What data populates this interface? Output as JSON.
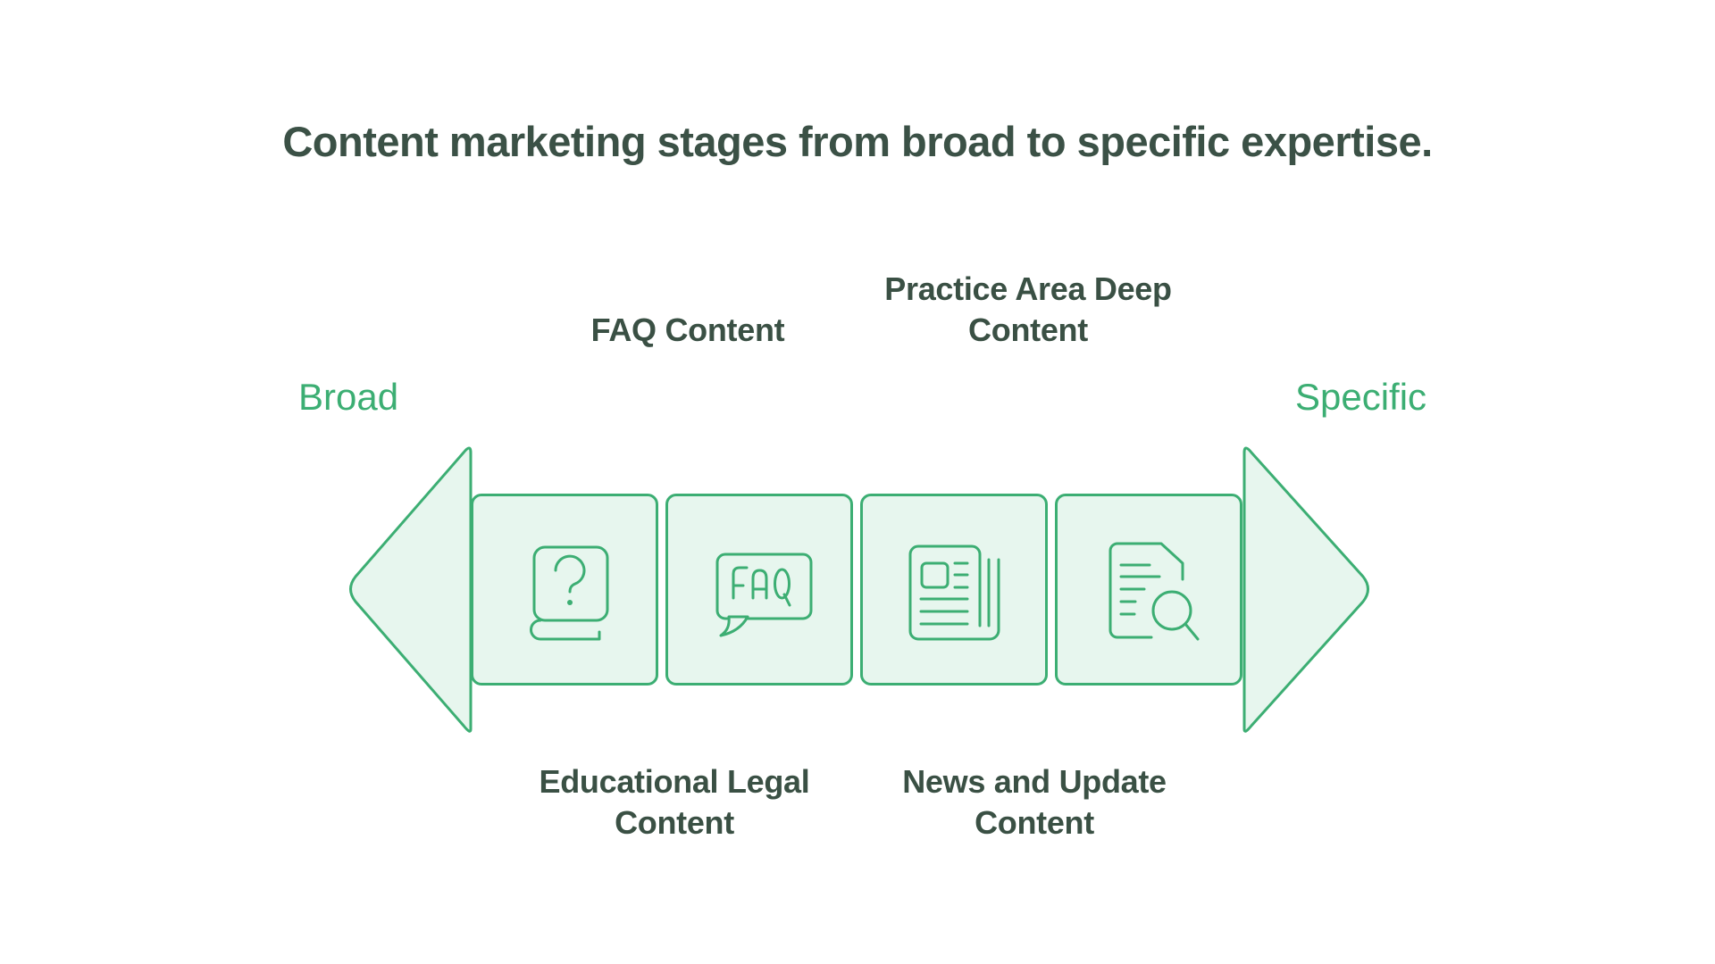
{
  "title": "Content marketing stages from broad to specific expertise.",
  "scale": {
    "left": "Broad",
    "right": "Specific"
  },
  "labels": {
    "faq": "FAQ Content",
    "practice_line1": "Practice Area Deep",
    "practice_line2": "Content",
    "educational_line1": "Educational Legal",
    "educational_line2": "Content",
    "news_line1": "News and Update",
    "news_line2": "Content"
  },
  "stages": [
    {
      "name": "Educational Legal Content",
      "icon": "book-question-icon"
    },
    {
      "name": "FAQ Content",
      "icon": "faq-speech-bubble-icon",
      "icon_text": "FAQ"
    },
    {
      "name": "News and Update Content",
      "icon": "newspaper-icon"
    },
    {
      "name": "Practice Area Deep Content",
      "icon": "document-search-icon"
    }
  ],
  "colors": {
    "accent_green": "#3cae73",
    "fill_mint": "#e7f6ee",
    "text_dark": "#3b5146"
  }
}
